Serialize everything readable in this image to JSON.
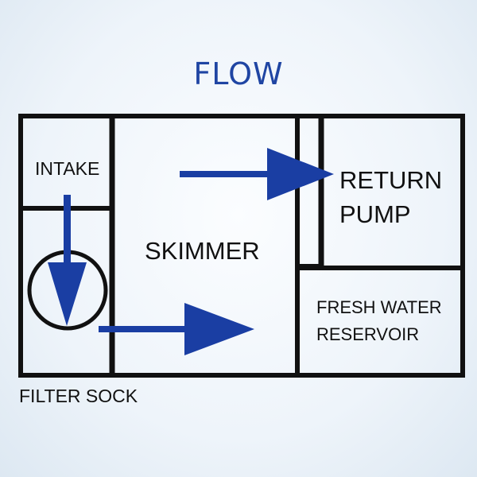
{
  "title": "FLOW",
  "colors": {
    "title": "#1f45a3",
    "arrow": "#1a3ea3",
    "walls": "#111111"
  },
  "chambers": {
    "intake": "INTAKE",
    "skimmer": "SKIMMER",
    "return_pump_line1": "RETURN",
    "return_pump_line2": "PUMP",
    "fresh_water_line1": "FRESH WATER",
    "fresh_water_line2": "RESERVOIR"
  },
  "filter_sock_label": "FILTER SOCK"
}
